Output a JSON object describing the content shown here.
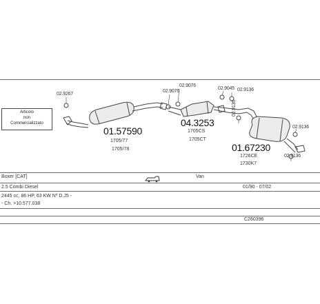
{
  "diagram": {
    "note": [
      "Articolo",
      "non",
      "Commercializzato"
    ],
    "parts": {
      "p_02_9267": "02.9267",
      "p_01_57590": "01.57590",
      "p_1705_77": "1705/77",
      "p_1705_78": "1705/78",
      "p_02_9076_a": "02.9076",
      "p_02_9076_b": "02.9076",
      "p_04_3253": "04.3253",
      "p_1705cs": "1705CS",
      "p_1705ct": "1705CT",
      "p_02_9045": "02.9045",
      "p_02_9136_a": "02.9136",
      "p_02_9136_b": "02.9136",
      "p_02_9136_c": "02.9136",
      "p_01_67230": "01.67230",
      "p_1726ce": "1726CE",
      "p_1730k7": "1730K7",
      "p_02_9136_d": "02.9136"
    }
  },
  "info": {
    "model": "Boxer [CAT]",
    "body_type": "Van",
    "engine": "2.5 Combi Diesel",
    "date_range": "01/90 - 07/02",
    "spec": "2445 cc, 86 HP, 63 KW  Nº D.J5 -",
    "chassis": "- Ch. >10.577.038",
    "code": "C260396"
  }
}
